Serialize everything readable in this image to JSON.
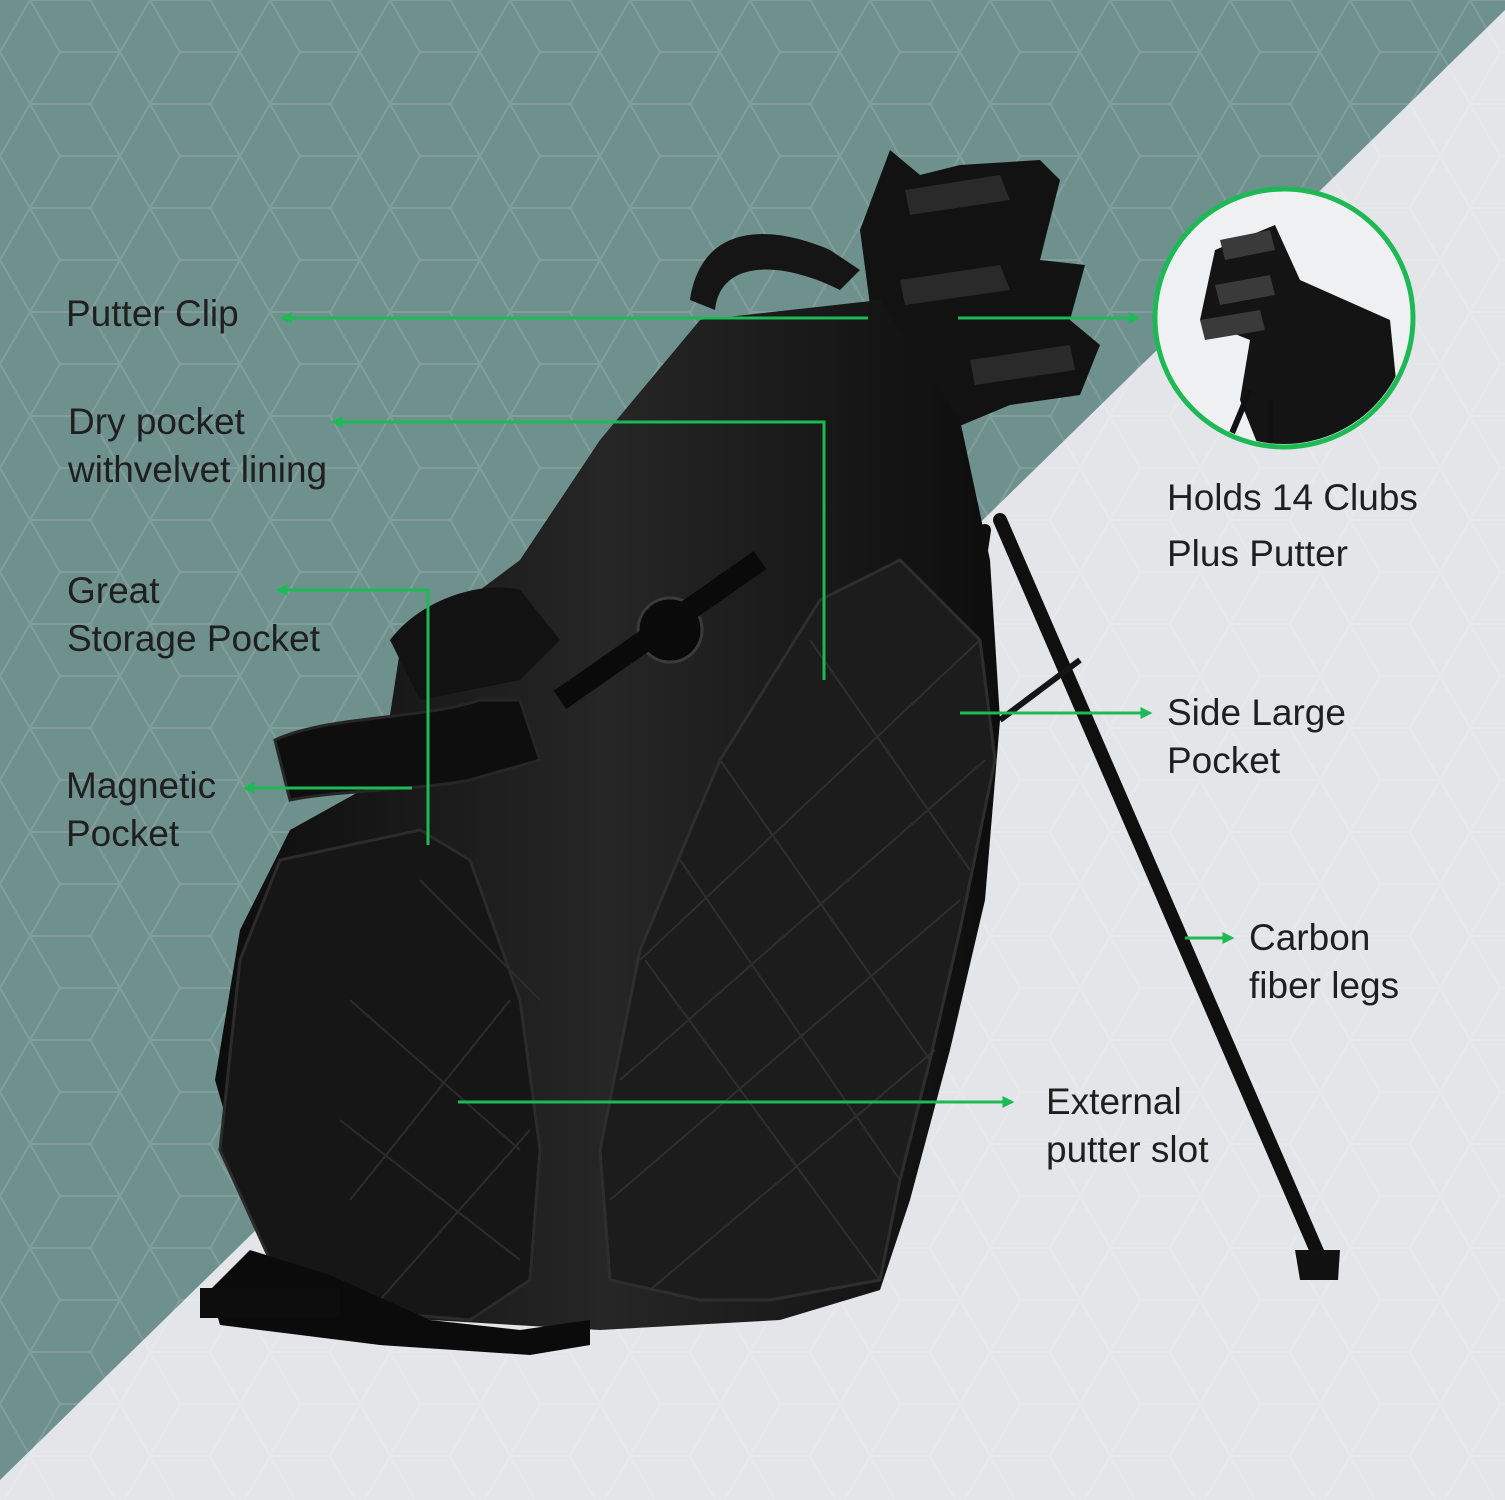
{
  "theme": {
    "teal": "#6f918e",
    "light": "#e3e5e9",
    "accent": "#1db954",
    "bag": "#141414"
  },
  "callouts": {
    "putter_clip": {
      "line1": "Putter Clip"
    },
    "dry_pocket": {
      "line1": "Dry pocket",
      "line2": "withvelvet lining"
    },
    "storage_pocket": {
      "line1": "Great",
      "line2": "Storage Pocket"
    },
    "magnetic_pocket": {
      "line1": "Magnetic",
      "line2": "Pocket"
    },
    "holds_clubs": {
      "line1": "Holds 14 Clubs",
      "line2": "Plus Putter"
    },
    "side_pocket": {
      "line1": "Side Large",
      "line2": "Pocket"
    },
    "carbon_legs": {
      "line1": "Carbon",
      "line2": "fiber legs"
    },
    "putter_slot": {
      "line1": "External",
      "line2": "putter slot"
    }
  },
  "icons": {
    "arrow": "arrowhead-icon",
    "zoom": "zoom-inset-photo"
  }
}
